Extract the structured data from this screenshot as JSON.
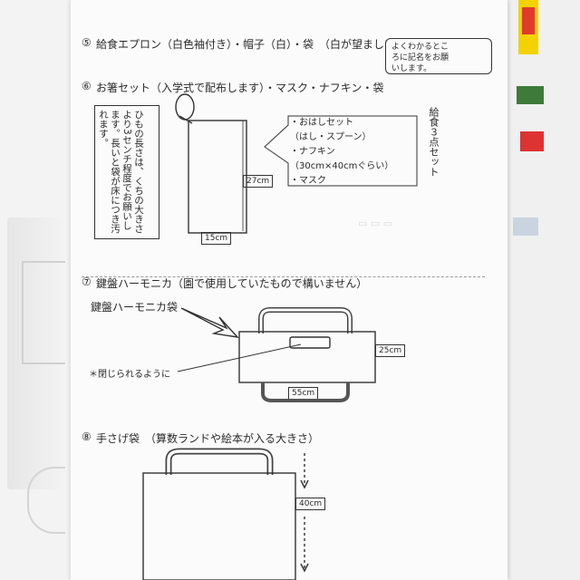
{
  "sections": {
    "s5": {
      "num": "⑤",
      "title": "給食エプロン（白色袖付き）・帽子（白）・袋　（白が望ましい）",
      "note_line1": "よくわかるとこ",
      "note_line2": "ろに記名をお願",
      "note_line3": "いします。"
    },
    "s6": {
      "num": "⑥",
      "title": "お箸セット（入学式で配布します）・マスク・ナフキン・袋",
      "string_note": "ひもの長さは、くちの大きさより3センチ程度でお願いします。長いと袋が床につき汚れます。",
      "dim_height": "27cm",
      "dim_width": "15cm",
      "items": [
        "・おはしセット",
        "（はし・スプーン）",
        "・ナフキン",
        "（30cm×40cmぐらい）",
        "・マスク"
      ],
      "side_label": "給食３点セット"
    },
    "s7": {
      "num": "⑦",
      "title": "鍵盤ハーモニカ（園で使用していたもので構いません）",
      "subtitle": "鍵盤ハーモニカ袋",
      "closable_note": "＊閉じられるように",
      "dim_height": "25cm",
      "dim_width": "55cm"
    },
    "s8": {
      "num": "⑧",
      "title": "手さげ袋　（算数ランドや絵本が入る大きさ）",
      "dim_height": "40cm"
    }
  },
  "colors": {
    "ink": "#2a2a2a",
    "paper": "#fbfbfb",
    "backdrop": "#f3f3f3"
  }
}
